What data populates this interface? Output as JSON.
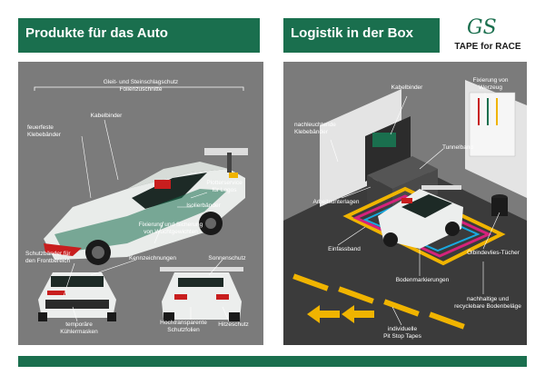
{
  "header": {
    "left_title": "Produkte für das Auto",
    "right_title": "Logistik in der Box",
    "logo_mark": "GS",
    "logo_text": "TAPE for RACE"
  },
  "car_panel": {
    "labels": {
      "gleit": "Gleit- und Steinschlagschutz\nFolienzuschnitte",
      "kabelbinder": "Kabelbinder",
      "feuerfest": "feuerfeste\nKlebebänder",
      "plotter": "Plotterservice\nfür Logos",
      "isolier": "Isolierbänder",
      "fixierung": "Fixierung und Sicherung\nvon Wuchtgewichten",
      "schutzbaender": "Schutzbänder für\nden Frontbereich",
      "kennzeichnungen": "Kennzeichnungen",
      "sonnenschutz": "Sonnenschutz",
      "temporaere": "temporäre\nKühlermasken",
      "hochtransparente": "Hochtransparente\nSchutzfolien",
      "hitzeschutz": "Hitzeschutz"
    }
  },
  "box_panel": {
    "labels": {
      "kabelbinder": "Kabelbinder",
      "fixierung_werkzeug": "Fixierung von\nWerzeug",
      "nachleuchtende": "nachleuchtende\nKlebebänder",
      "tunnelband": "Tunnelband",
      "arbeitsunterlagen": "Arbeitsunterlagen",
      "einfassband": "Einfassband",
      "oelbindevlies": "Ölbindevlies-Tücher",
      "bodenmarkierungen": "Bodenmarkierungen",
      "nachhaltige": "nachhaltige und\nrecyclebare Bodenbeläge",
      "pitstop": "individuelle\nPit Stop Tapes"
    }
  },
  "colors": {
    "brand_green": "#1a6f4e",
    "panel_grey": "#7b7b7b",
    "car_white": "#f2f2f2",
    "floor_dark": "#3b3b3b",
    "tape_yellow": "#f0b400",
    "tape_magenta": "#d6227c",
    "tape_cyan": "#19a9e0"
  }
}
